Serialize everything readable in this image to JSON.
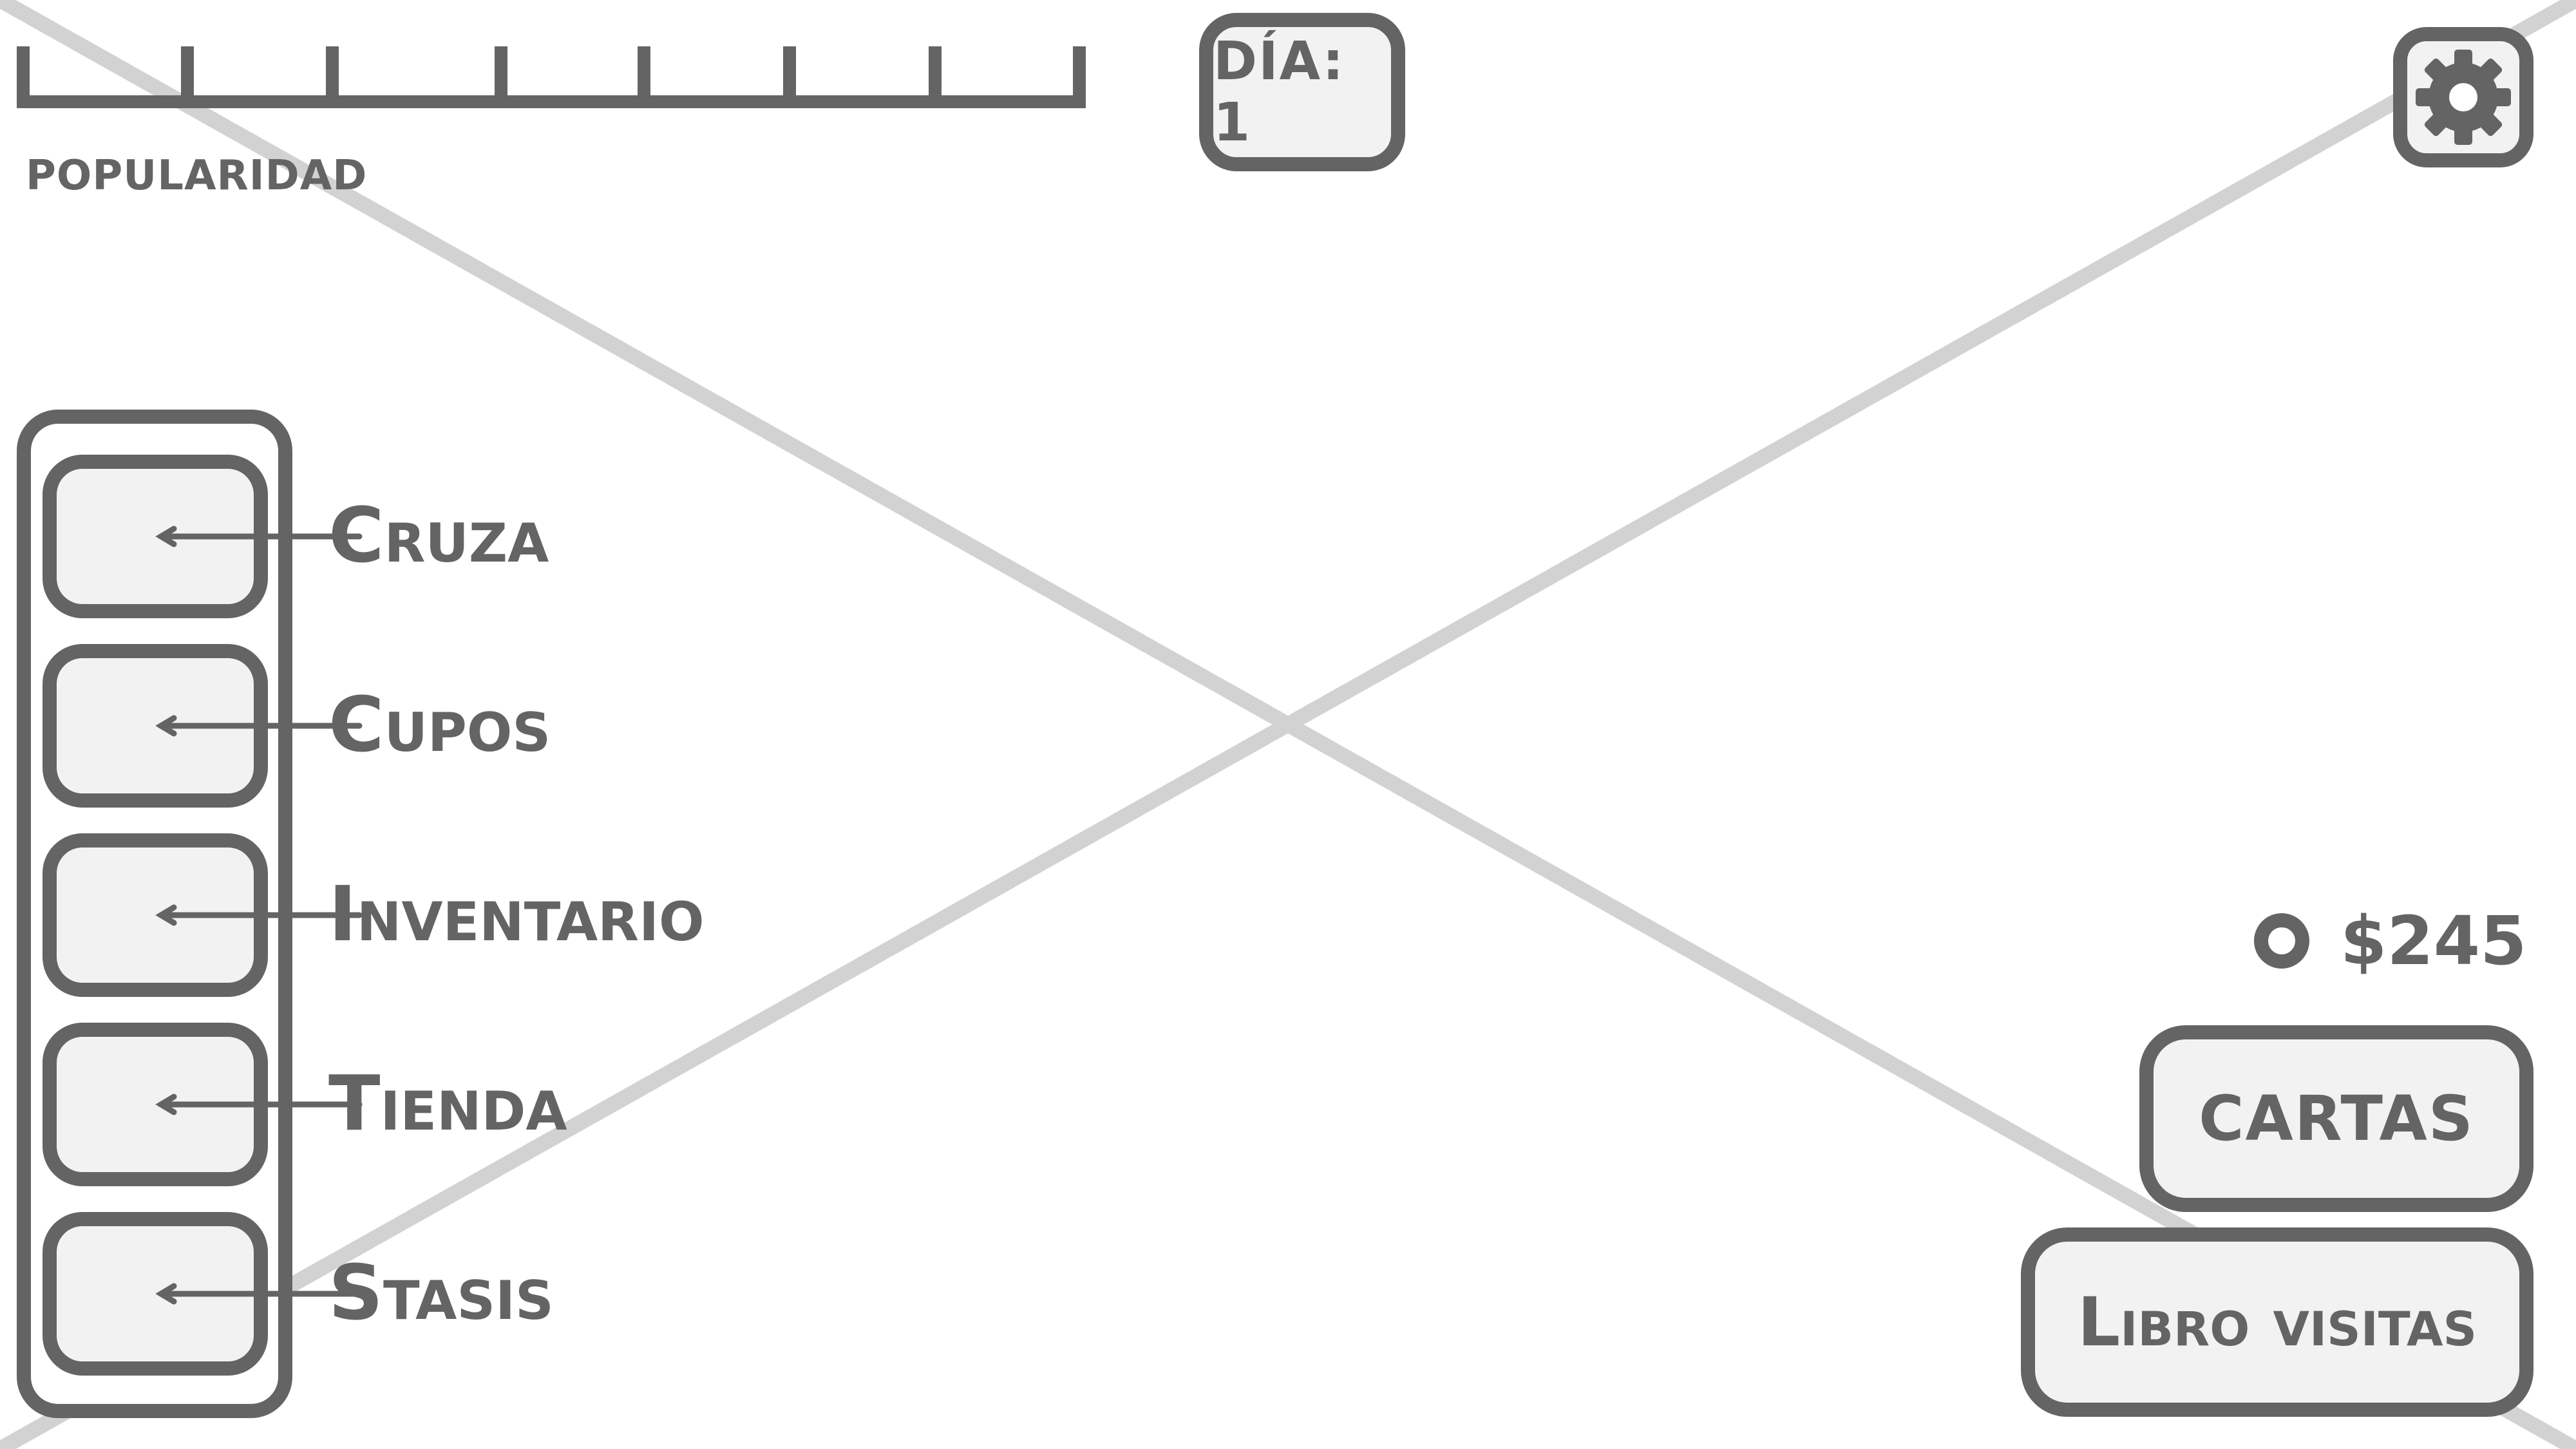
{
  "hud": {
    "popularity_label": "POPULARIDAD",
    "day_label": "DÍA: 1",
    "money": "$245"
  },
  "side_menu": {
    "items": [
      {
        "label": "Cruza"
      },
      {
        "label": "Cupos"
      },
      {
        "label": "Inventario"
      },
      {
        "label": "Tienda"
      },
      {
        "label": "Stasis"
      }
    ]
  },
  "buttons": {
    "cards_label": "CARTAS",
    "guestbook_label": "Libro visitas"
  },
  "icons": {
    "settings": "gear-icon",
    "money": "coin-icon",
    "menu_arrow": "arrow-left-icon"
  },
  "colors": {
    "stroke": "#646464",
    "fill": "#f2f2f2",
    "placeholder_lines": "#d2d2d2",
    "background": "#ffffff"
  }
}
